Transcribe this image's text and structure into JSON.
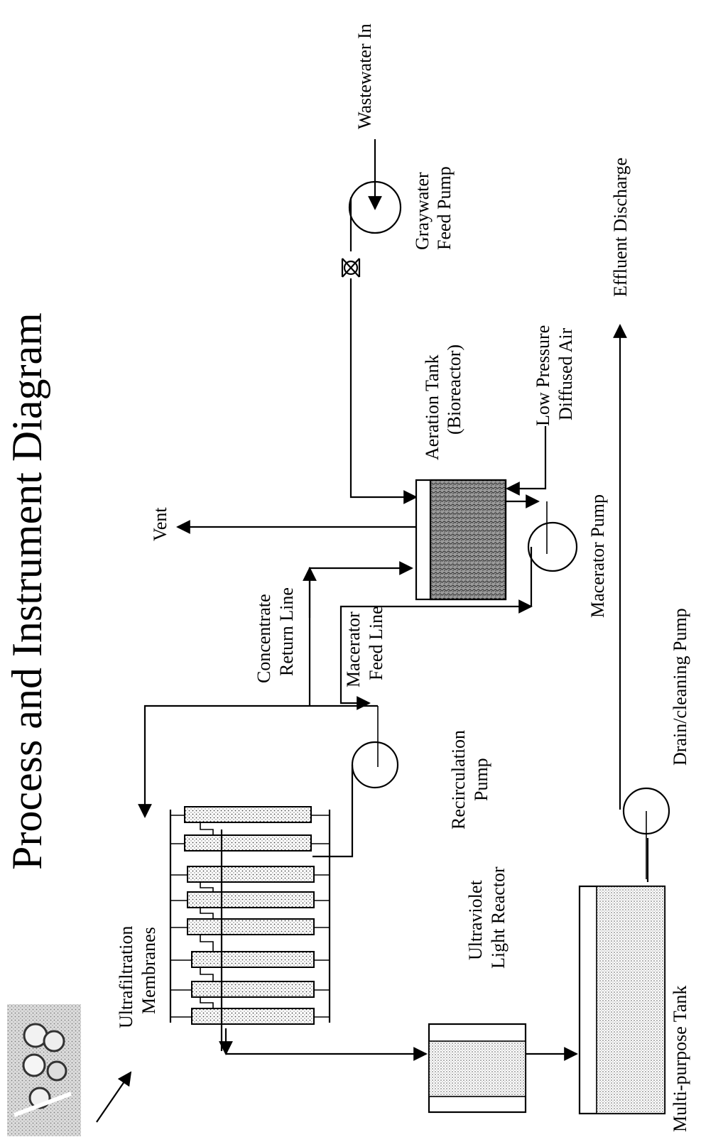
{
  "title": "Process and Instrument Diagram",
  "labels": {
    "wastewater_in": "Wastewater In",
    "graywater_pump_1": "Graywater",
    "graywater_pump_2": "Feed Pump",
    "effluent": "Effluent Discharge",
    "low_pressure_1": "Low Pressure",
    "low_pressure_2": "Diffused Air",
    "aeration_1": "Aeration Tank",
    "aeration_2": "(Bioreactor)",
    "macerator_pump": "Macerator Pump",
    "vent": "Vent",
    "concentrate_1": "Concentrate",
    "concentrate_2": "Return Line",
    "macerator_feed_1": "Macerator",
    "macerator_feed_2": "Feed Line",
    "drain_pump": "Drain/cleaning Pump",
    "recirc_1": "Recirculation",
    "recirc_2": "Pump",
    "uf_1": "Ultrafiltration",
    "uf_2": "Membranes",
    "uv_1": "Ultraviolet",
    "uv_2": "Light Reactor",
    "multi_tank": "Multi-purpose Tank"
  },
  "icons": [
    "membrane-photo-icon"
  ]
}
